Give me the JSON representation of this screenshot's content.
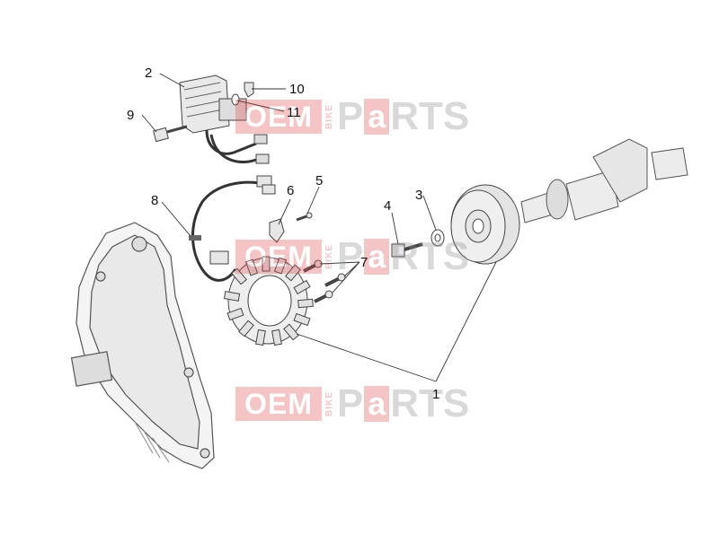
{
  "callouts": {
    "c1": "1",
    "c2": "2",
    "c3": "3",
    "c4": "4",
    "c5": "5",
    "c6": "6",
    "c7": "7",
    "c8": "8",
    "c9": "9",
    "c10": "10",
    "c11": "11"
  },
  "watermark": {
    "oem": "OEM",
    "bike": "BIKE",
    "p": "P",
    "a": "a",
    "rts": "RTS"
  },
  "colors": {
    "line": "#333333",
    "part_stroke": "#444444",
    "part_fill": "#f2f2f2",
    "watermark_red": "#e34d4d",
    "watermark_gray": "#8a8a8a"
  }
}
